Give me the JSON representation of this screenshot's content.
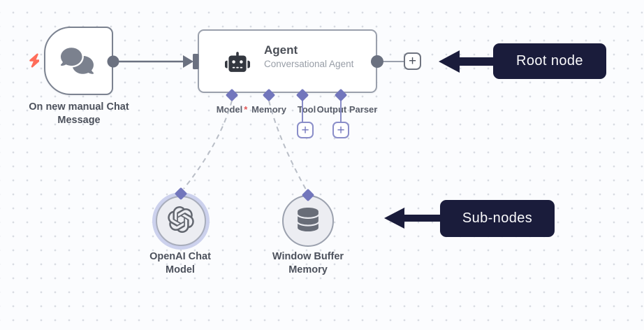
{
  "workflow": {
    "trigger": {
      "label": "On new manual Chat Message"
    },
    "agent": {
      "title": "Agent",
      "subtitle": "Conversational Agent",
      "connectors": [
        {
          "label": "Model",
          "required_marker": "*"
        },
        {
          "label": "Memory",
          "required_marker": ""
        },
        {
          "label": "Tool",
          "required_marker": ""
        },
        {
          "label": "Output Parser",
          "required_marker": ""
        }
      ]
    },
    "sub_nodes": [
      {
        "label": "OpenAI Chat Model"
      },
      {
        "label": "Window Buffer Memory"
      }
    ]
  },
  "callouts": {
    "root": {
      "label": "Root node"
    },
    "sub": {
      "label": "Sub-nodes"
    }
  },
  "icons": {
    "plus": "+"
  },
  "colors": {
    "canvas_bg": "#fbfcfe",
    "grid_dot": "#d8dbe2",
    "node_border_gray": "#9aa0ac",
    "wire_gray": "#6b7180",
    "accent_purple": "#7478bd",
    "callout_navy": "#1a1c3b",
    "bolt_coral": "#ff6d5a",
    "required_red": "#e25555",
    "selection_ring_lavender": "#ccd1ed"
  }
}
